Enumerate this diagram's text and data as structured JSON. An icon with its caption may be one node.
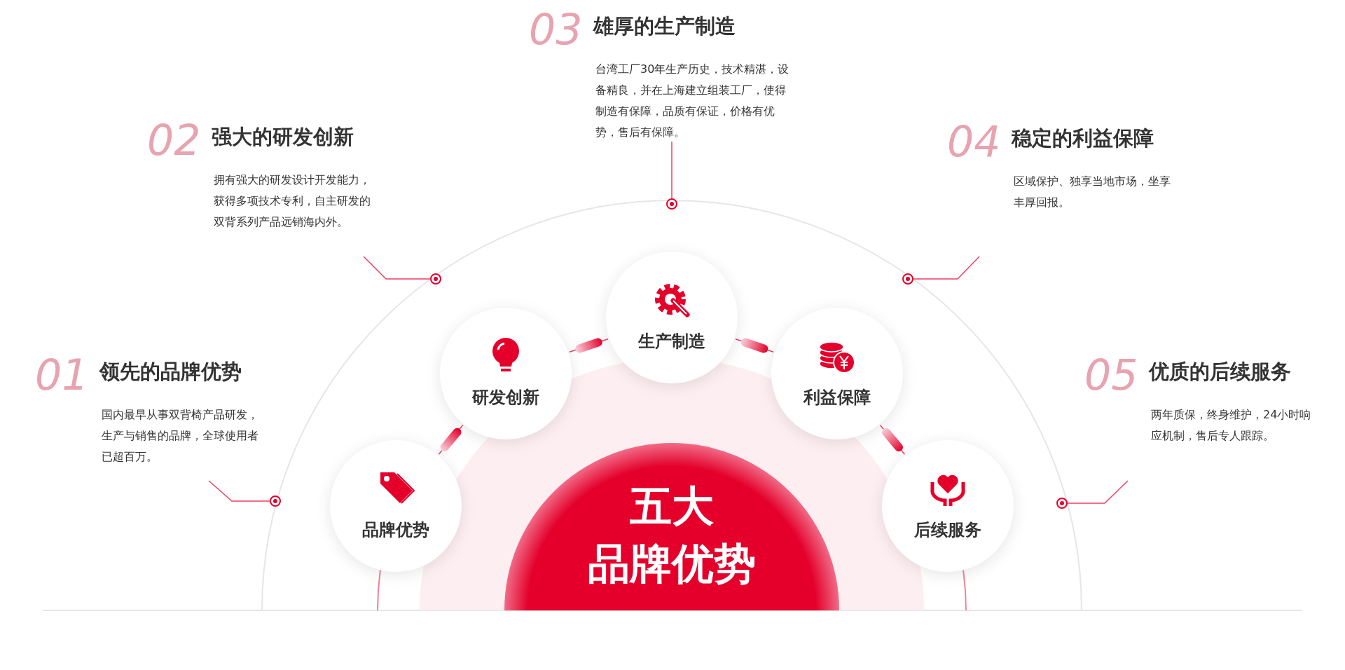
{
  "diagram": {
    "nodes": [
      {
        "text": [
          "五大",
          "品牌优势"
        ]
      },
      {
        "text": [
          "品牌优势"
        ]
      },
      {
        "text": [
          "研发创新"
        ]
      },
      {
        "text": [
          "生产制造"
        ]
      },
      {
        "text": [
          "利益保障"
        ]
      },
      {
        "text": [
          "后续服务"
        ]
      },
      {
        "text": [
          "01",
          "领先的品牌优势",
          "国内最早从事双背椅产品研发，生产与销售的品牌，全球使用者已超百万。"
        ]
      },
      {
        "text": [
          "02",
          "强大的研发创新",
          "拥有强大的研发设计开发能力，获得多项技术专利，自主研发的双背系列产品远销海内外。"
        ]
      },
      {
        "text": [
          "03",
          "雄厚的生产制造",
          "台湾工厂30年生产历史，技术精湛，设备精良，并在上海建立组装工厂，使得制造有保障，品质有保证，价格有优势，售后有保障。"
        ]
      },
      {
        "text": [
          "04",
          "稳定的利益保障",
          "区域保护、独享当地市场，坐享丰厚回报。"
        ]
      },
      {
        "text": [
          "05",
          "优质的后续服务",
          "两年质保，终身维护，24小时响应机制，售后专人跟踪。"
        ]
      },
      {
        "text": [],
        "shape": "circle"
      },
      {
        "text": [],
        "shape": "circle"
      },
      {
        "text": [],
        "shape": "circle"
      },
      {
        "text": [],
        "shape": "circle"
      },
      {
        "text": [],
        "shape": "circle"
      }
    ],
    "edges": [
      {
        "from": 6,
        "to": 11,
        "arrow": "none"
      },
      {
        "from": 7,
        "to": 12,
        "arrow": "none"
      },
      {
        "from": 8,
        "to": 13,
        "arrow": "none"
      },
      {
        "from": 9,
        "to": 14,
        "arrow": "none"
      },
      {
        "from": 10,
        "to": 15,
        "arrow": "none"
      },
      {
        "from": 1,
        "to": 2,
        "arrow": "none"
      },
      {
        "from": 2,
        "to": 3,
        "arrow": "none"
      },
      {
        "from": 3,
        "to": 4,
        "arrow": "none"
      },
      {
        "from": 4,
        "to": 5,
        "arrow": "none"
      }
    ]
  }
}
